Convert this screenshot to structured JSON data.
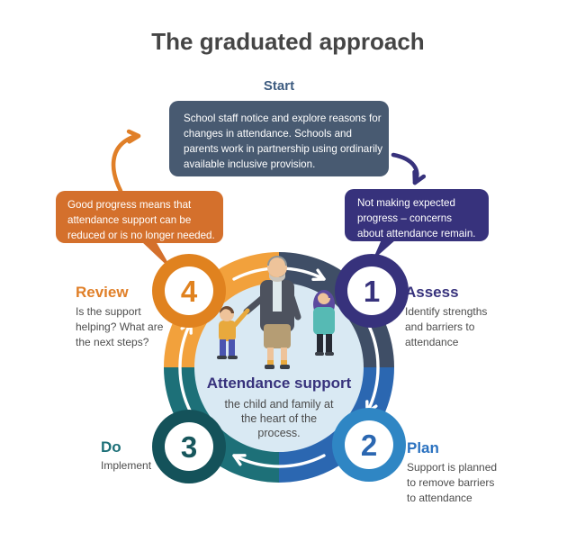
{
  "title": "The graduated approach",
  "start_label": "Start",
  "boxes": {
    "start": {
      "lines": [
        "School staff notice and explore reasons for",
        "changes in attendance. Schools and",
        "parents work in partnership using ordinarily",
        "available inclusive provision."
      ]
    },
    "concern": {
      "lines": [
        "Not making expected",
        "progress – concerns",
        "about attendance remain."
      ]
    },
    "progress": {
      "lines": [
        "Good progress means that",
        "attendance support can be",
        "reduced or is no longer needed."
      ]
    }
  },
  "center": {
    "title": "Attendance support",
    "lines": [
      "the child and family at",
      "the heart of the",
      "process."
    ]
  },
  "stages": [
    {
      "number": "1",
      "name": "Assess",
      "desc": [
        "Identify strengths",
        "and barriers to",
        "attendance"
      ]
    },
    {
      "number": "2",
      "name": "Plan",
      "desc": [
        "Support is planned",
        "to remove barriers",
        "to attendance"
      ]
    },
    {
      "number": "3",
      "name": "Do",
      "desc": [
        "Implement"
      ]
    },
    {
      "number": "4",
      "name": "Review",
      "desc": [
        "Is the support",
        "helping? What are",
        "the next steps?"
      ]
    }
  ],
  "colors": {
    "title_text": "#454545",
    "start_text": "#3e5c80",
    "start_box": "#485a71",
    "concern_box": "#37327c",
    "progress_box": "#d4702c",
    "quadrant_orange": "#f2a13c",
    "quadrant_navy": "#3f4e66",
    "quadrant_blue": "#2b67b1",
    "quadrant_teal": "#1d7078",
    "disc_1": "#37327c",
    "disc_2": "#2f86c4",
    "disc_3": "#14525a",
    "disc_4": "#e0821f",
    "center_circle": "#d9e9f3",
    "assess_text": "#37327c",
    "plan_text": "#2b72c0",
    "do_text": "#1d7078",
    "review_text": "#e07f28",
    "desc_text": "#4d4d4d"
  }
}
